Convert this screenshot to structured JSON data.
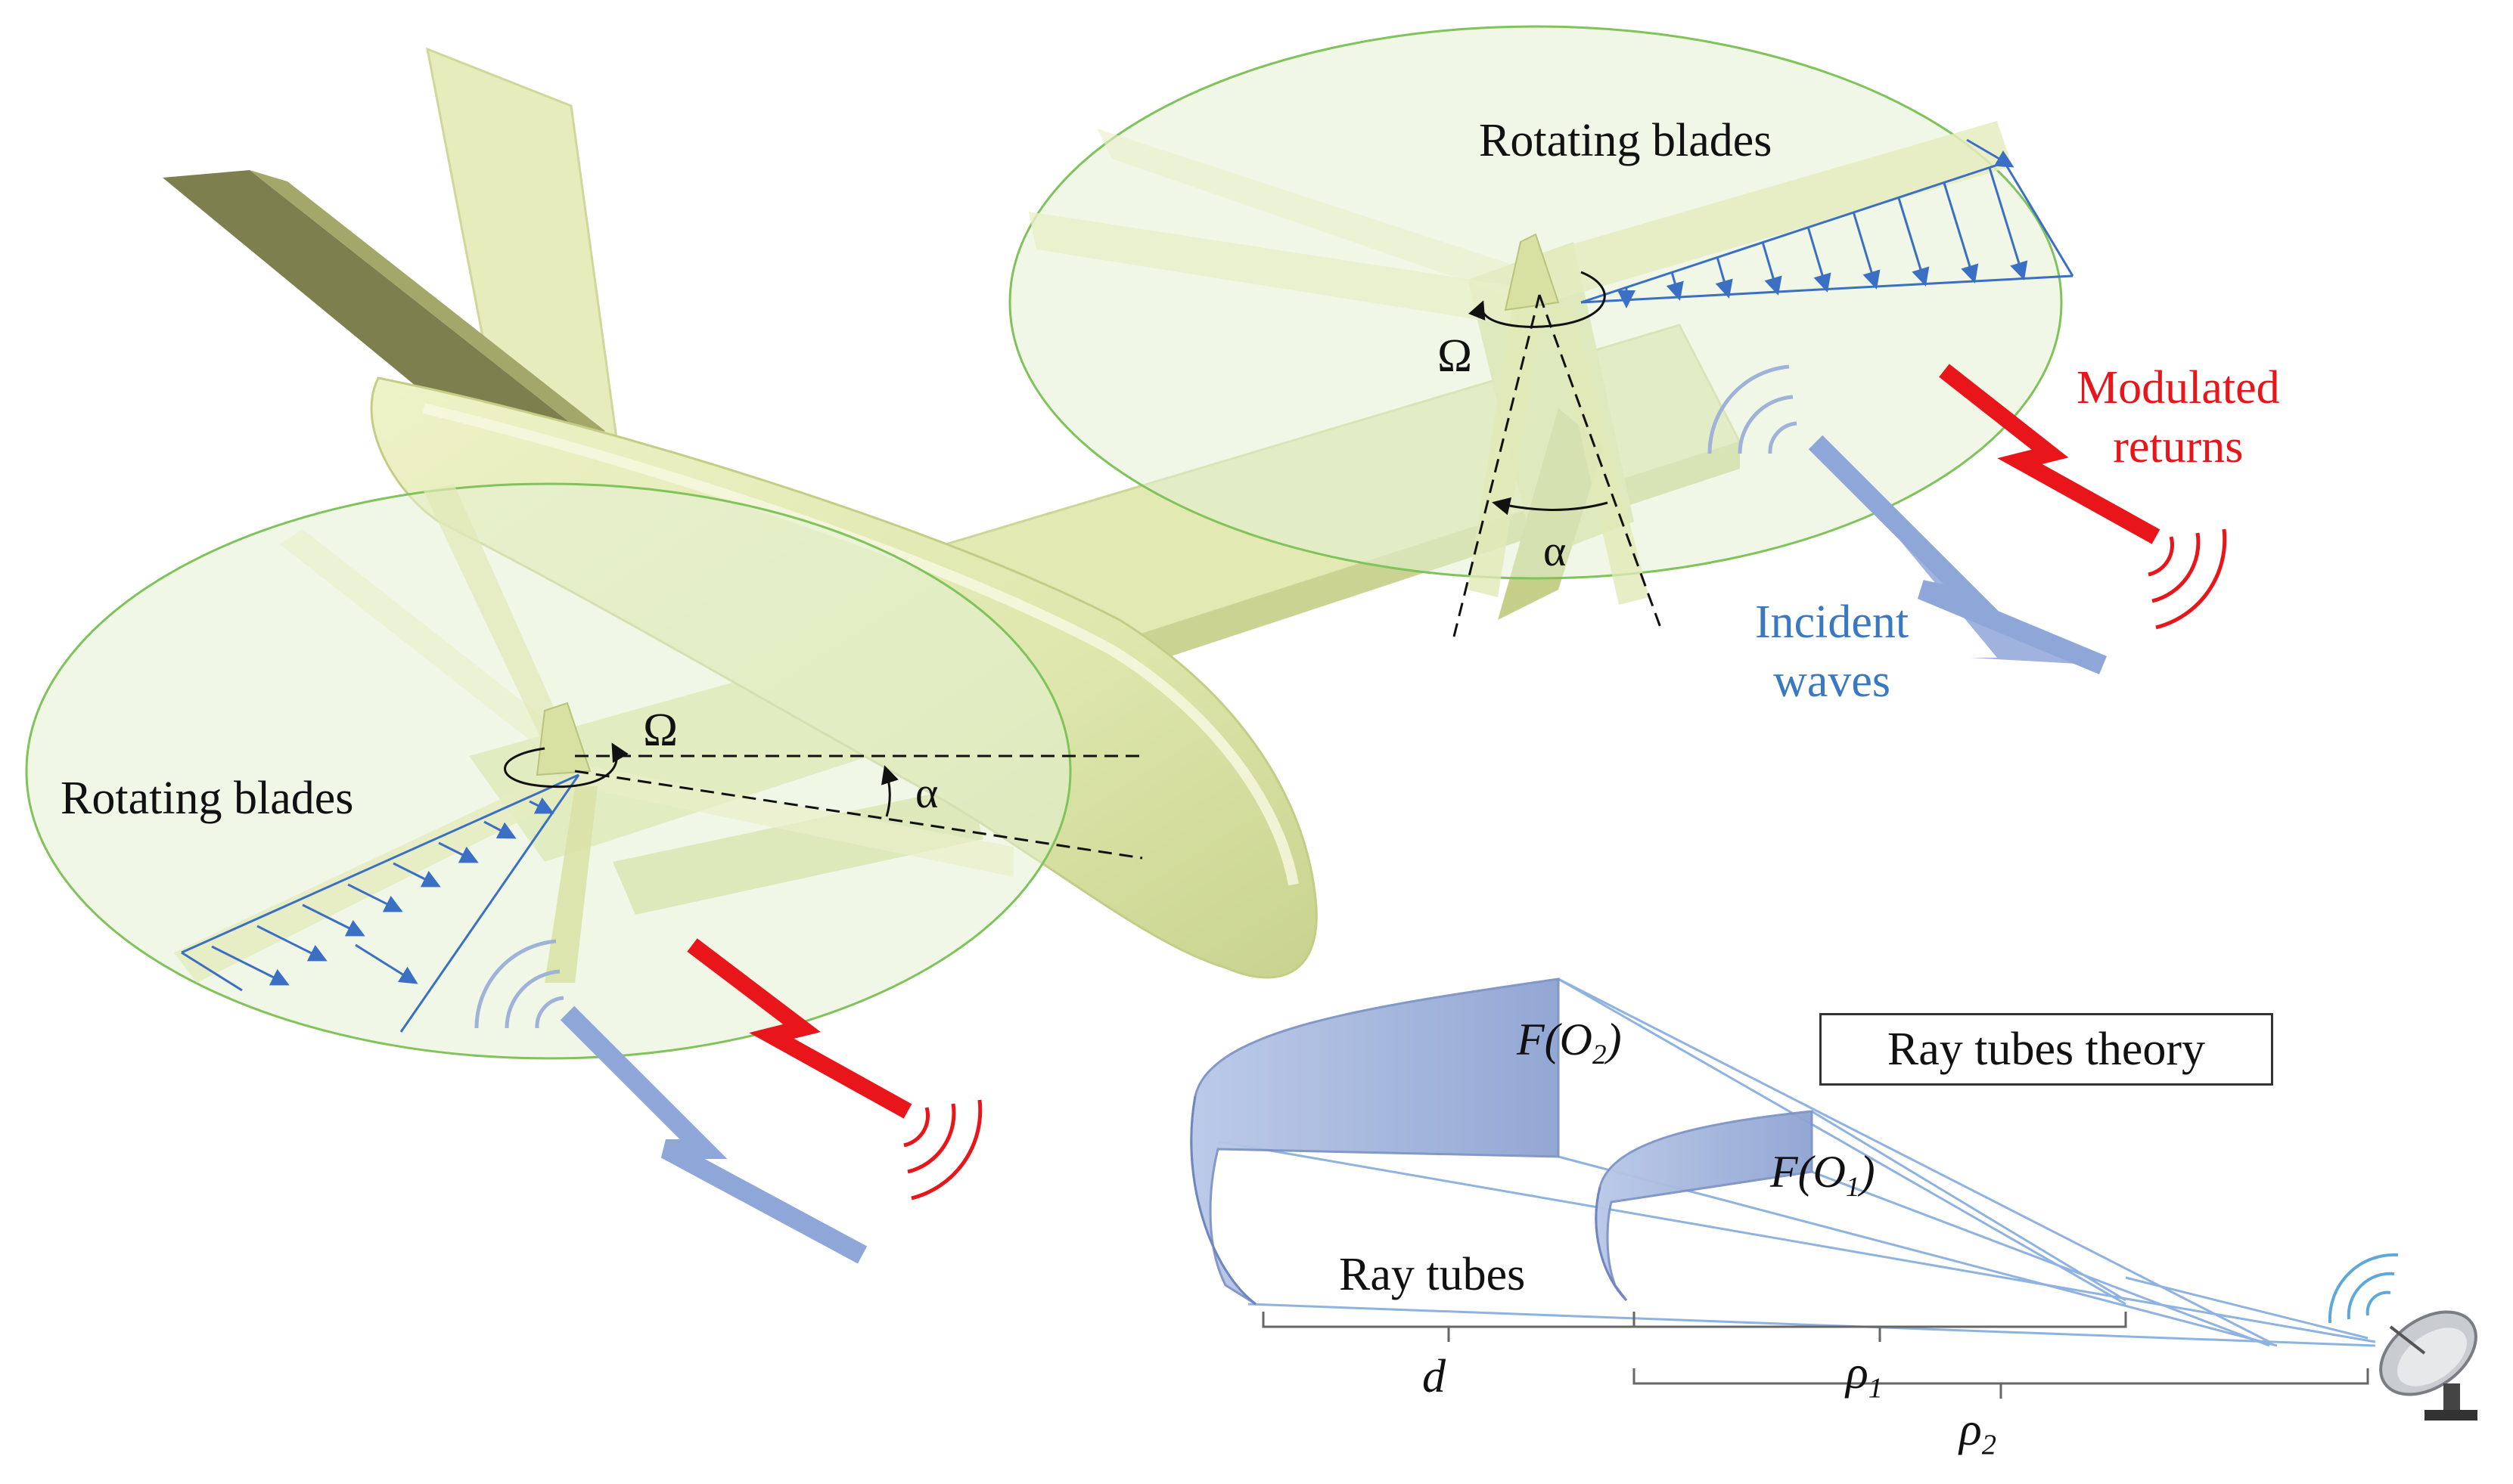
{
  "labels": {
    "rotating_blades_top": "Rotating blades",
    "rotating_blades_left": "Rotating blades",
    "omega_top": "Ω",
    "omega_left": "Ω",
    "alpha_top": "α",
    "alpha_left": "α",
    "modulated_line1": "Modulated",
    "modulated_line2": "returns",
    "incident_line1": "Incident",
    "incident_line2": "waves",
    "ray_tubes": "Ray tubes",
    "ray_tubes_theory": "Ray tubes theory",
    "f_o2_prefix": "F(O",
    "f_o2_sub": "2",
    "f_o2_suffix": ")",
    "f_o1_prefix": "F(O",
    "f_o1_sub": "1",
    "f_o1_suffix": ")",
    "d": "d",
    "rho1": "ρ",
    "rho1_sub": "1",
    "rho2": "ρ",
    "rho2_sub": "2"
  },
  "colors": {
    "aircraft_body": "#e2eab4",
    "rotor_disc": "#e4f0d4",
    "rotor_edge": "#7fc35a",
    "arrows": "#3a6fc4",
    "incident_wave": "#8ea6d8",
    "modulated_return": "#e8151b",
    "ray_tube_fill": "#9fb3dc"
  },
  "icons": [
    "radar-dish-icon",
    "incident-wave-bolt-icon",
    "modulated-return-bolt-icon"
  ]
}
